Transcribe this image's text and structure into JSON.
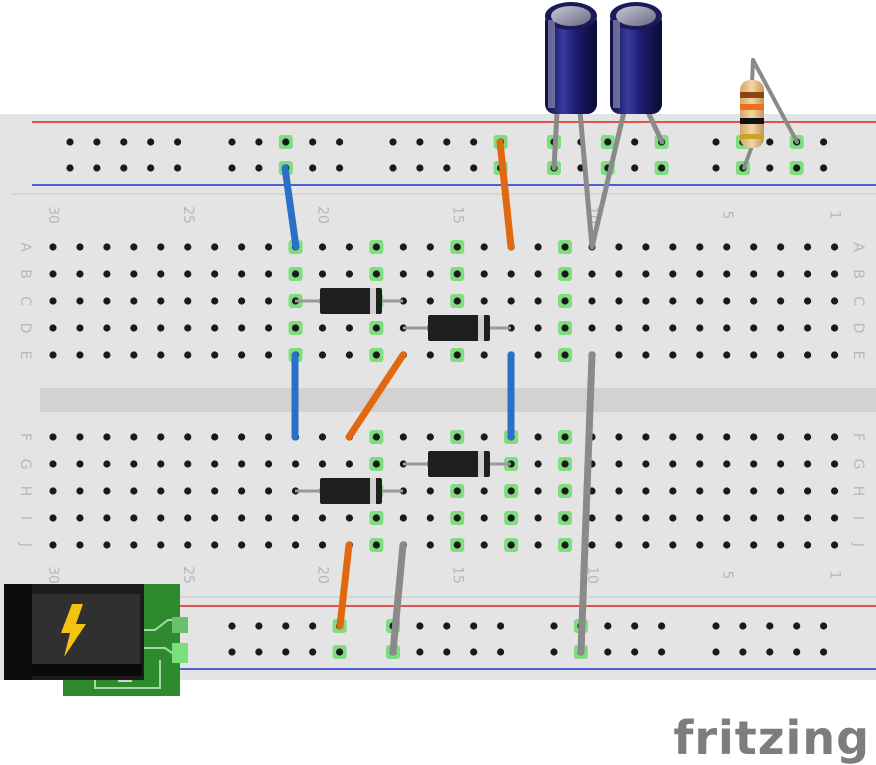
{
  "breadboard": {
    "row_letters": [
      "A",
      "B",
      "C",
      "D",
      "E",
      "F",
      "G",
      "H",
      "I",
      "J"
    ],
    "column_labels": [
      "30",
      "25",
      "20",
      "15",
      "10",
      "5",
      "1"
    ]
  },
  "watermark": "fritzing",
  "colors": {
    "board": "#e4e4e4",
    "rail_red": "#e02020",
    "rail_blue": "#2233cc",
    "hole": "#1a1a1a",
    "hole_connected": "#7fdc7f",
    "wire_blue": "#2a70c8",
    "wire_orange": "#e2680f",
    "wire_gray": "#8a8a8a",
    "diode_body": "#1e1e1e",
    "capacitor_body": "#14145a",
    "power_jack": "#1c1c1c",
    "jack_pcb": "#2d8a2d"
  },
  "components": {
    "diode_count": 4,
    "capacitor_count": 2,
    "resistor_count": 1,
    "power_jack_icon": "lightning-icon"
  }
}
